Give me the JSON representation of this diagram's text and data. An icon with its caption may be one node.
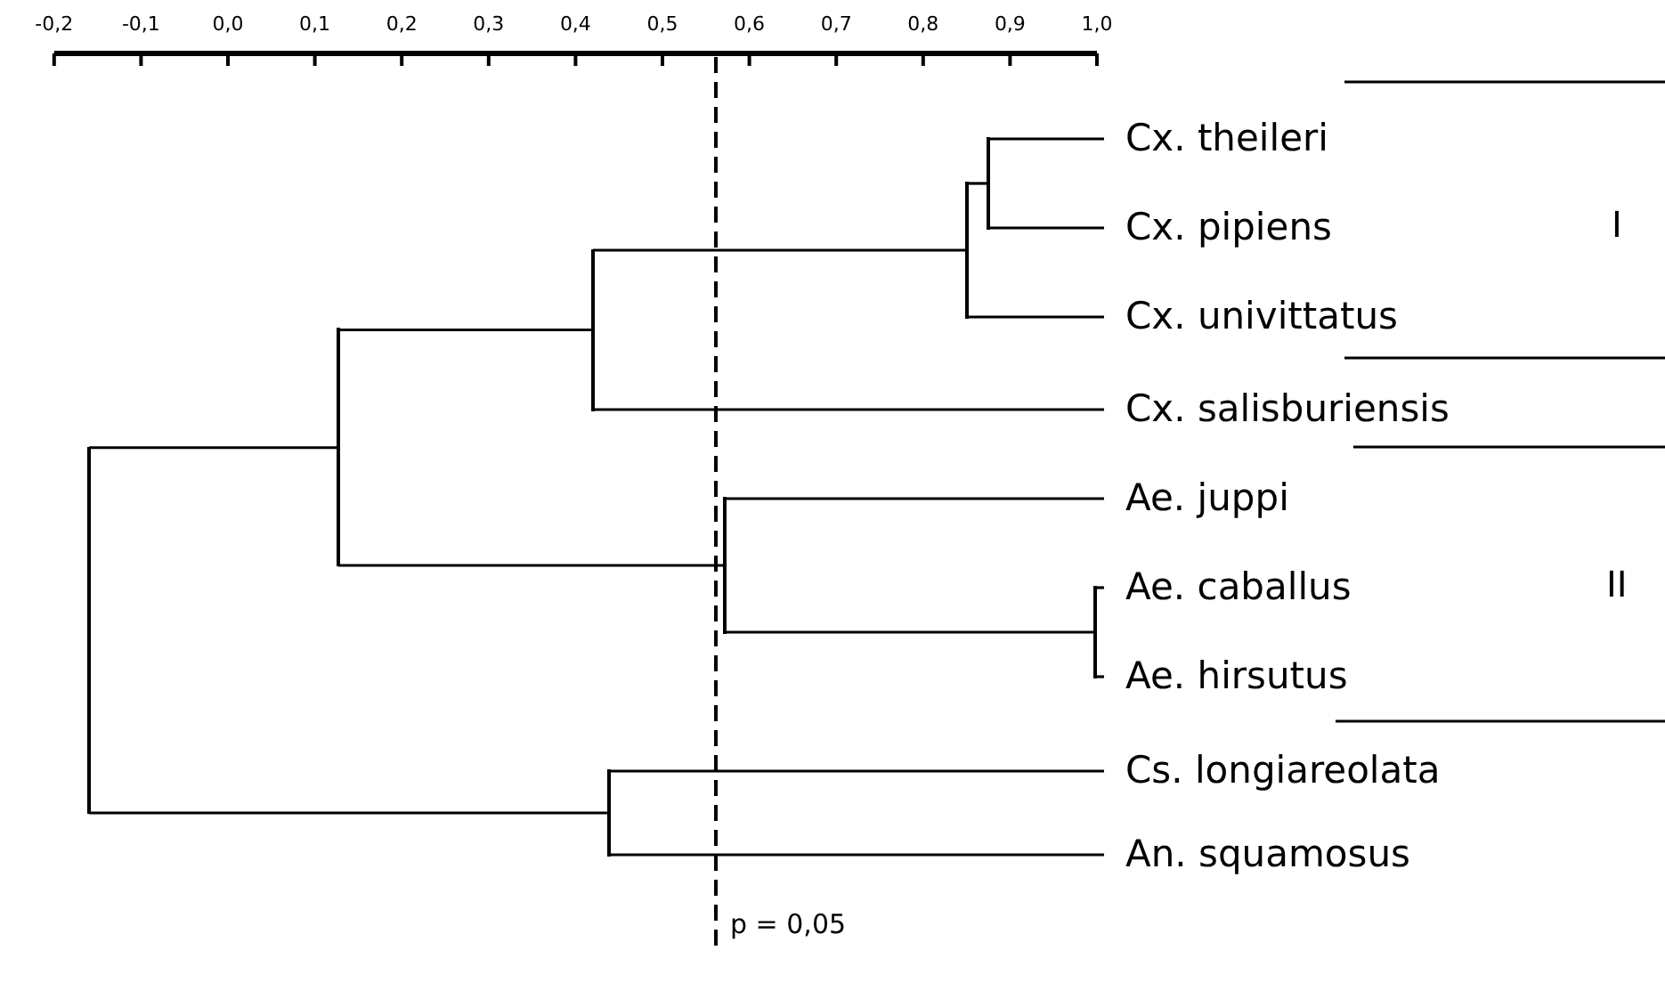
{
  "diagram": {
    "nodes": [
      {
        "text": [
          "Cx. theileri"
        ]
      },
      {
        "text": [
          "Cx. pipiens"
        ]
      },
      {
        "text": [
          "Cx. univittatus"
        ]
      },
      {
        "text": [
          "Cx. salisburiensis"
        ]
      },
      {
        "text": [
          "Ae. juppi"
        ]
      },
      {
        "text": [
          "Ae. caballus"
        ]
      },
      {
        "text": [
          "Ae. hirsutus"
        ]
      },
      {
        "text": [
          "Cs. longiareolata"
        ]
      },
      {
        "text": [
          "An. squamosus"
        ]
      },
      {
        "text": [],
        "shape": "bar"
      },
      {
        "text": [],
        "shape": "bar"
      },
      {
        "text": [],
        "shape": "bar"
      },
      {
        "text": [],
        "shape": "bar"
      },
      {
        "text": [],
        "shape": "bar"
      },
      {
        "text": [],
        "shape": "bar"
      },
      {
        "text": [],
        "shape": "bar"
      },
      {
        "text": [],
        "shape": "bar"
      }
    ],
    "edges": [
      {
        "from": 9,
        "to": 10,
        "arrow": "none"
      },
      {
        "from": 9,
        "to": 12,
        "arrow": "none"
      },
      {
        "from": 10,
        "to": 11,
        "arrow": "none"
      },
      {
        "from": 10,
        "to": 13,
        "arrow": "none"
      },
      {
        "from": 11,
        "to": 14,
        "arrow": "none"
      },
      {
        "from": 11,
        "to": 3,
        "arrow": "none"
      },
      {
        "from": 12,
        "to": 7,
        "arrow": "none"
      },
      {
        "from": 12,
        "to": 8,
        "arrow": "none"
      },
      {
        "from": 13,
        "to": 4,
        "arrow": "none"
      },
      {
        "from": 13,
        "to": 16,
        "arrow": "none"
      },
      {
        "from": 14,
        "to": 15,
        "arrow": "none"
      },
      {
        "from": 14,
        "to": 2,
        "arrow": "none"
      },
      {
        "from": 15,
        "to": 0,
        "arrow": "none"
      },
      {
        "from": 15,
        "to": 1,
        "arrow": "none"
      },
      {
        "from": 16,
        "to": 5,
        "arrow": "none"
      },
      {
        "from": 16,
        "to": 6,
        "arrow": "none"
      }
    ],
    "labels": [
      "-0,2",
      "-0,1",
      "0,0",
      "0,1",
      "0,2",
      "0,3",
      "0,4",
      "0,5",
      "0,6",
      "0,7",
      "0,8",
      "0,9",
      "1,0",
      "I",
      "II",
      "p = 0,05"
    ]
  }
}
